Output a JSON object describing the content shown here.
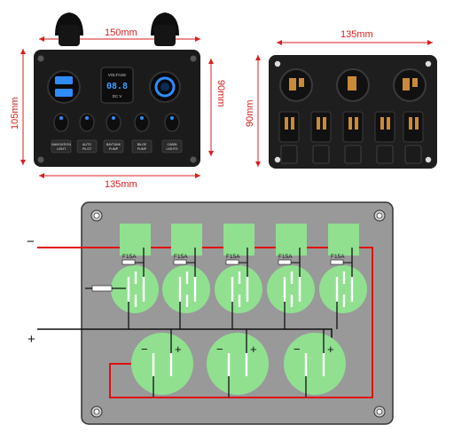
{
  "front_panel": {
    "width_label": "150mm",
    "height_label": "105mm",
    "depth_label": "90mm",
    "bottom_label": "135mm",
    "voltmeter_title": "VOLTAGE",
    "voltmeter_reading": "08.8",
    "voltmeter_sub": "DC   V",
    "switches": [
      {
        "label_line1": "NAVIGATION",
        "label_line2": "LIGHT"
      },
      {
        "label_line1": "AUTO",
        "label_line2": "PILOT"
      },
      {
        "label_line1": "BAYTANK",
        "label_line2": "PUMP"
      },
      {
        "label_line1": "BILGE",
        "label_line2": "PUMP"
      },
      {
        "label_line1": "CABIN",
        "label_line2": "LIGHTS"
      }
    ],
    "led_color": "#2f8cff"
  },
  "back_panel": {
    "width_label": "135mm",
    "height_label": "90mm"
  },
  "wiring": {
    "negative_terminal": "−",
    "positive_terminal": "+",
    "fuses": [
      "F15A",
      "F15A",
      "F15A",
      "F15A",
      "F15A"
    ],
    "socket_minus": "−",
    "socket_plus": "+",
    "colors": {
      "panel": "#999999",
      "component": "#90e090",
      "negative_wire": "#e01010",
      "positive_wire": "#111111"
    }
  }
}
